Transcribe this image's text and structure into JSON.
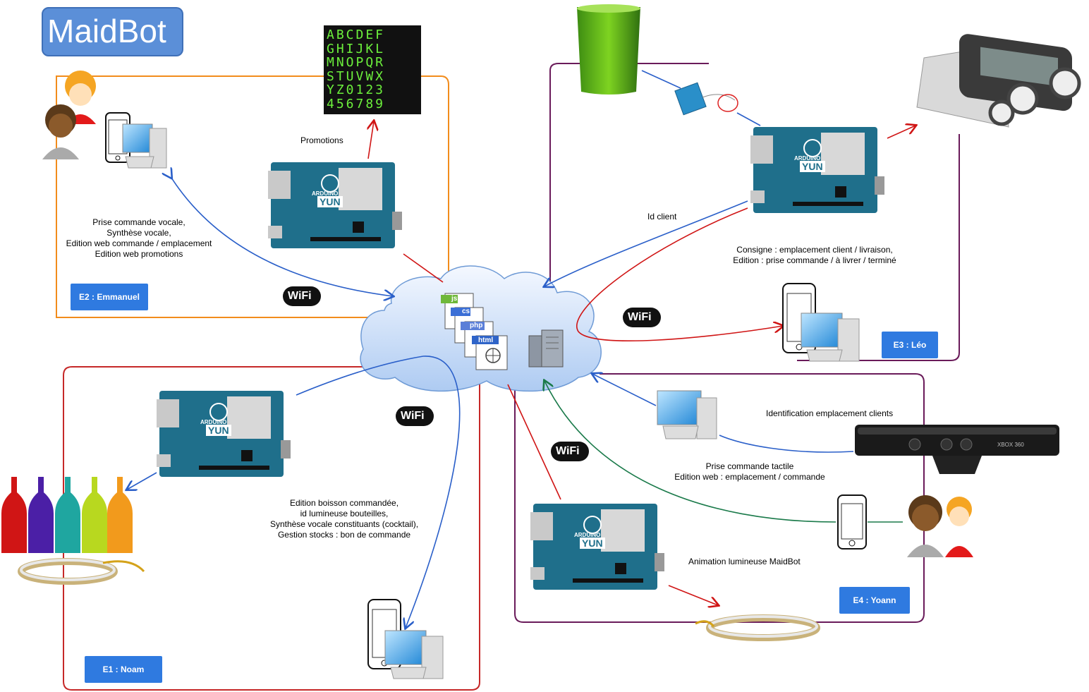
{
  "title": "MaidBot",
  "teams": {
    "e1": "E1 : Noam",
    "e2": "E2 : Emmanuel",
    "e3": "E3 : Léo",
    "e4": "E4 : Yoann"
  },
  "labels": {
    "promotions": "Promotions",
    "e2_tasks": [
      "Prise commande vocale,",
      "Synthèse vocale,",
      "Edition web commande / emplacement",
      "Edition web promotions"
    ],
    "id_client": "Id client",
    "e3_tasks": [
      "Consigne : emplacement client / livraison,",
      "Edition : prise commande / à livrer  / terminé"
    ],
    "e1_tasks": [
      "Edition boisson commandée,",
      "id lumineuse bouteilles,",
      "Synthèse vocale constituants (cocktail),",
      "Gestion stocks : bon de commande"
    ],
    "identification": "Identification emplacement clients",
    "e4_tasks": [
      "Prise commande tactile",
      "Edition web :  emplacement / commande"
    ],
    "animation": "Animation lumineuse MaidBot"
  },
  "wifi_label": "WiFi",
  "board_label": [
    "ARDUINO",
    "YUN"
  ],
  "matrix_text": [
    "ABCDEF",
    "GHIJKL",
    "MNOPQR",
    "STUVWX",
    "YZ0123",
    "456789"
  ],
  "code_files": [
    "js",
    "cs",
    "php",
    "html"
  ],
  "kinect_text": "XBOX 360",
  "colors": {
    "e1": "#c62828",
    "e2": "#f28c1c",
    "e3": "#6a1b5a",
    "e4": "#6a1b5a",
    "link_blue": "#2a5fc9",
    "link_red": "#d01515",
    "link_green": "#1a7a4a",
    "team_box": "#2f7ae0"
  }
}
